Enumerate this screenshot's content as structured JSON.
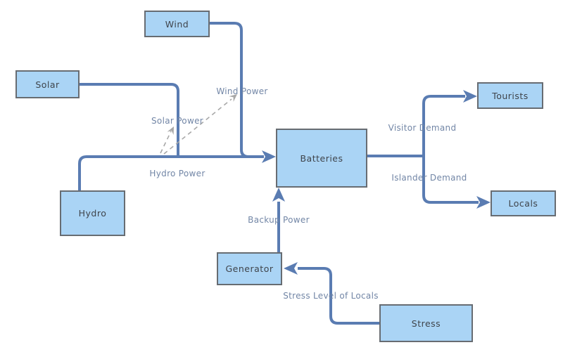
{
  "diagram": {
    "nodes": {
      "wind": {
        "label": "Wind"
      },
      "solar": {
        "label": "Solar"
      },
      "hydro": {
        "label": "Hydro"
      },
      "batteries": {
        "label": "Batteries"
      },
      "generator": {
        "label": "Generator"
      },
      "stress": {
        "label": "Stress"
      },
      "tourists": {
        "label": "Tourists"
      },
      "locals": {
        "label": "Locals"
      }
    },
    "edge_labels": {
      "solar_power": "Solar Power",
      "wind_power": "Wind Power",
      "hydro_power": "Hydro Power",
      "visitor_demand": "Visitor Demand",
      "islander_demand": "Islander Demand",
      "backup_power": "Backup Power",
      "stress_level": "Stress Level of Locals"
    },
    "colors": {
      "background": "#ffffff",
      "node_fill": "#aad4f5",
      "node_border": "#676c72",
      "node_label_text": "#3f444b",
      "connector": "#5a7cb2",
      "edge_label_text": "#7286a6",
      "dashed_connector": "#a8a8a8"
    }
  }
}
